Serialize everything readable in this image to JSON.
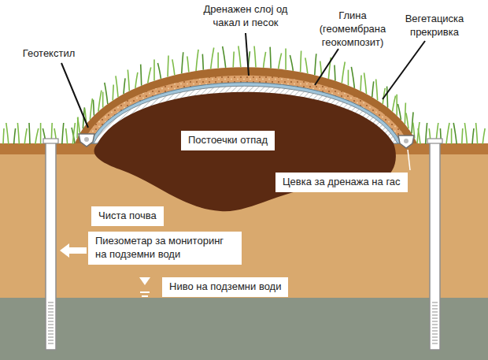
{
  "diagram": {
    "nodes": [
      {
        "text": [
          "Постоечки отпад"
        ]
      },
      {
        "text": [
          "Цевка за дренажа на гас"
        ]
      },
      {
        "text": [
          "Чиста почва"
        ]
      },
      {
        "text": [
          "Пиезометар за мониторинг на подземни води"
        ]
      },
      {
        "text": [
          "Ниво на подземни води"
        ]
      }
    ],
    "labels": [
      "Геотекстил",
      "Дренажен слој од чакал и песок",
      "Глина (геомембрана геокомпозит)",
      "Вегетациска прекривка"
    ]
  }
}
